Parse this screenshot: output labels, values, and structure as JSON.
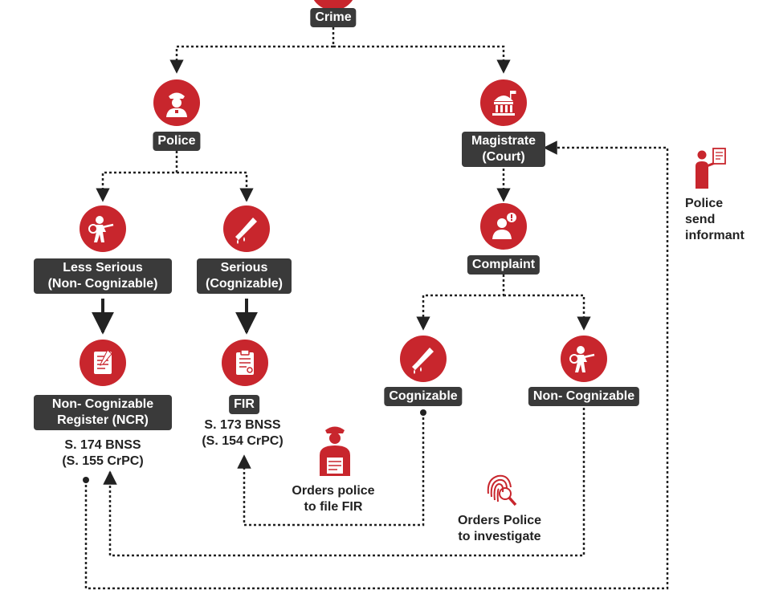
{
  "nodes": {
    "crime": "Crime",
    "police": "Police",
    "magistrate": [
      "Magistrate",
      "(Court)"
    ],
    "less_serious": [
      "Less Serious",
      "(Non- Cognizable)"
    ],
    "serious": [
      "Serious",
      "(Cognizable)"
    ],
    "complaint": "Complaint",
    "ncr": [
      "Non- Cognizable",
      "Register (NCR)"
    ],
    "fir": "FIR",
    "cognizable": "Cognizable",
    "non_cognizable": "Non- Cognizable"
  },
  "notes": {
    "ncr_section": [
      "S. 174 BNSS",
      "(S. 155 CrPC)"
    ],
    "fir_section": [
      "S. 173 BNSS",
      "(S. 154 CrPC)"
    ],
    "orders_fir": [
      "Orders police",
      "to file FIR"
    ],
    "orders_investigate": [
      "Orders Police",
      "to investigate"
    ],
    "police_send": [
      "Police",
      "send",
      "informant"
    ]
  },
  "colors": {
    "accent": "#c8262d",
    "label_bg": "#3a3a3a",
    "line": "#222222"
  },
  "icons": {
    "police": "police-officer-icon",
    "magistrate": "court-building-icon",
    "less_serious": "thief-icon",
    "serious": "knife-icon",
    "complaint": "person-alert-icon",
    "ncr": "register-book-icon",
    "fir": "clipboard-icon",
    "cognizable": "knife-icon",
    "non_cognizable": "thief-icon",
    "orders_fir": "officer-document-icon",
    "orders_investigate": "fingerprint-icon",
    "police_send": "informant-icon"
  }
}
